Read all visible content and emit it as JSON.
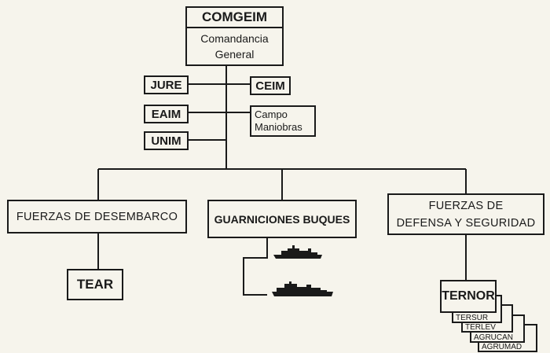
{
  "top": {
    "code": "COMGEIM",
    "line1": "Comandancia",
    "line2": "General"
  },
  "staff": {
    "jure": "JURE",
    "ceim": "CEIM",
    "eaim": "EAIM",
    "campo_line1": "Campo",
    "campo_line2": "Maniobras",
    "unim": "UNIM"
  },
  "branches": {
    "desembarco": "FUERZAS DE DESEMBARCO",
    "guarniciones": "GUARNICIONES BUQUES",
    "defensa_line1": "FUERZAS DE",
    "defensa_line2": "DEFENSA Y SEGURIDAD"
  },
  "sub_units": {
    "tear": "TEAR",
    "ternor": "TERNOR",
    "stack": [
      "TERSUR",
      "TERLEV",
      "AGRUCAN",
      "AGRUMAD"
    ]
  },
  "icons": {
    "ship": "ship-silhouette-icon"
  },
  "colors": {
    "ink": "#1a1a1a",
    "paper": "#f6f4ec"
  }
}
